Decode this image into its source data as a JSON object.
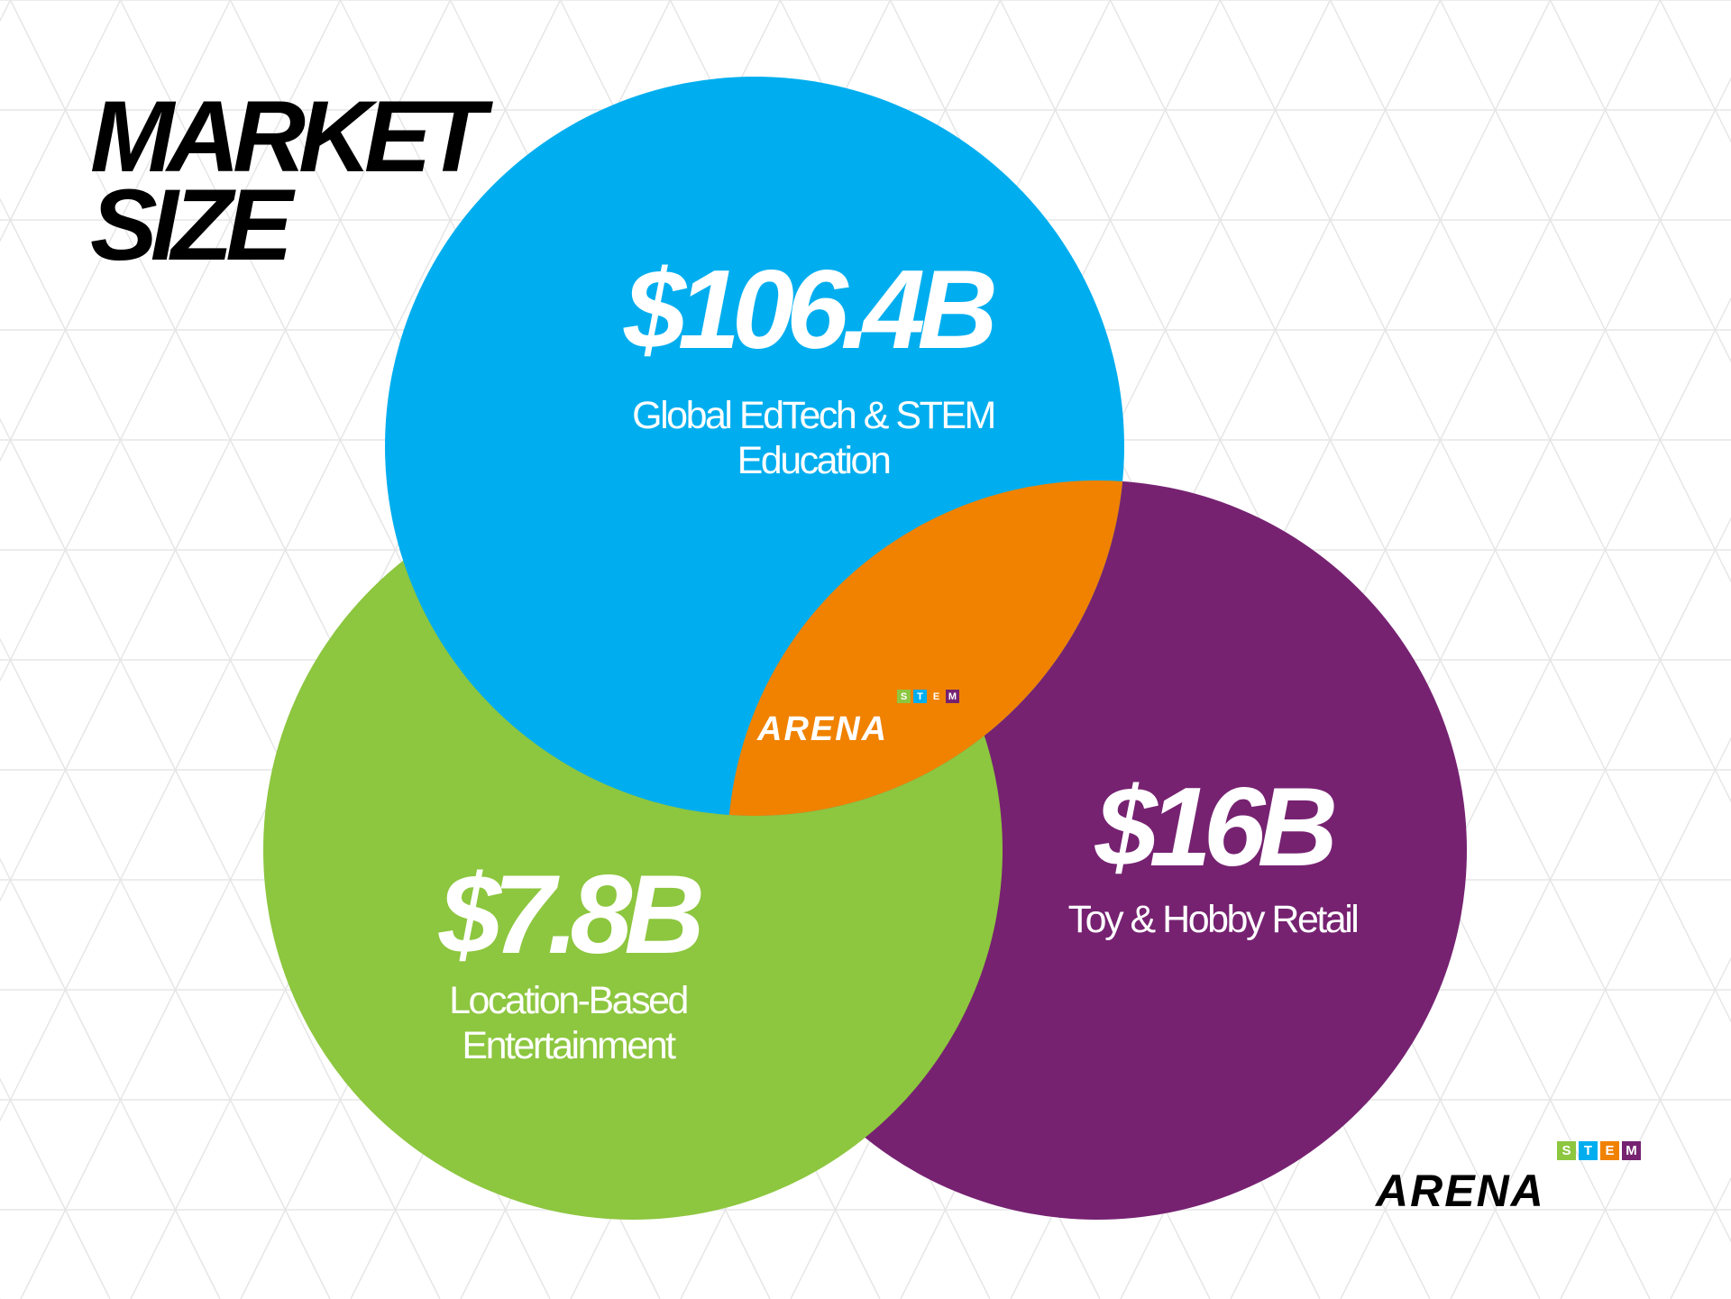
{
  "title": {
    "line1": "MARKET",
    "line2": "SIZE"
  },
  "colors": {
    "background": "#ffffff",
    "pattern_lines": "#e6e6e6",
    "edtech": "#00aeef",
    "toy_hobby": "#762271",
    "location_based": "#8dc63f",
    "overlap": "#f08200",
    "title_text": "#000000",
    "stem_s": "#8dc63f",
    "stem_t": "#00aeef",
    "stem_e": "#f08200",
    "stem_m": "#762271"
  },
  "markets": {
    "edtech": {
      "amount": "$106.4B",
      "label_line1": "Global EdTech & STEM",
      "label_line2": "Education",
      "value_billions": 106.4
    },
    "toy_hobby": {
      "amount": "$16B",
      "label_line1": "Toy & Hobby Retail",
      "value_billions": 16
    },
    "location_based": {
      "amount": "$7.8B",
      "label_line1": "Location-Based",
      "label_line2": "Entertainment",
      "value_billions": 7.8
    }
  },
  "logo": {
    "stem_letters": [
      "S",
      "T",
      "E",
      "M"
    ],
    "wordmark": "ARENA"
  }
}
